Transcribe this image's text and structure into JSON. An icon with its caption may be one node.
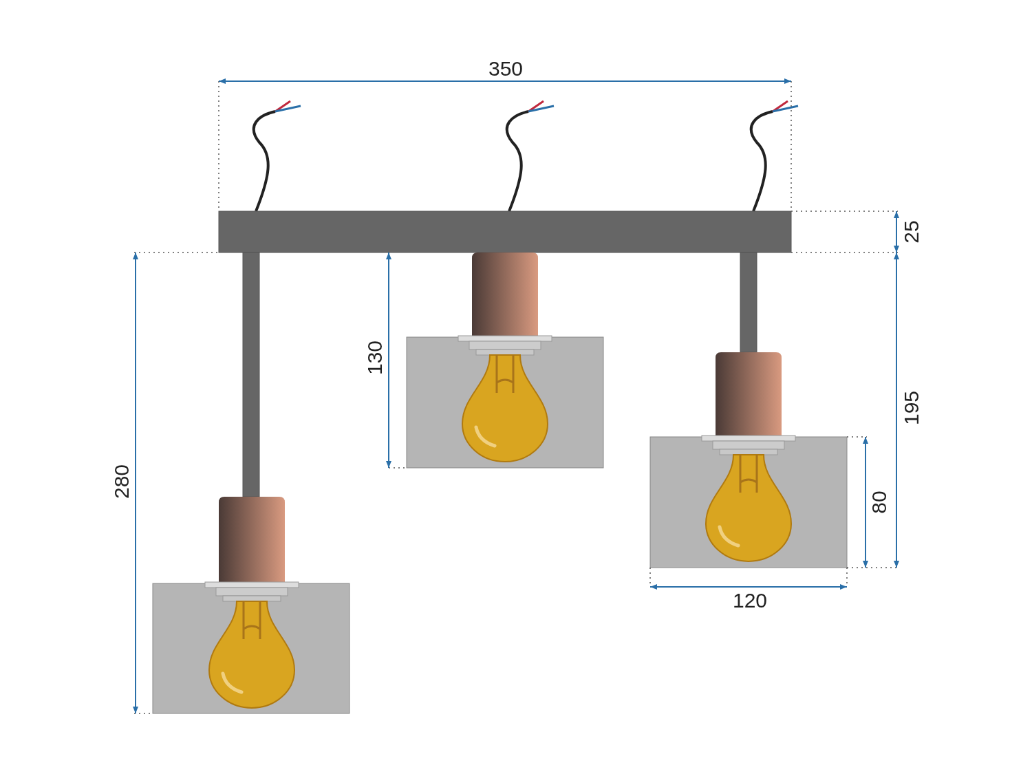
{
  "diagram": {
    "labels": [
      "350",
      "25",
      "130",
      "195",
      "280",
      "80",
      "120"
    ]
  }
}
